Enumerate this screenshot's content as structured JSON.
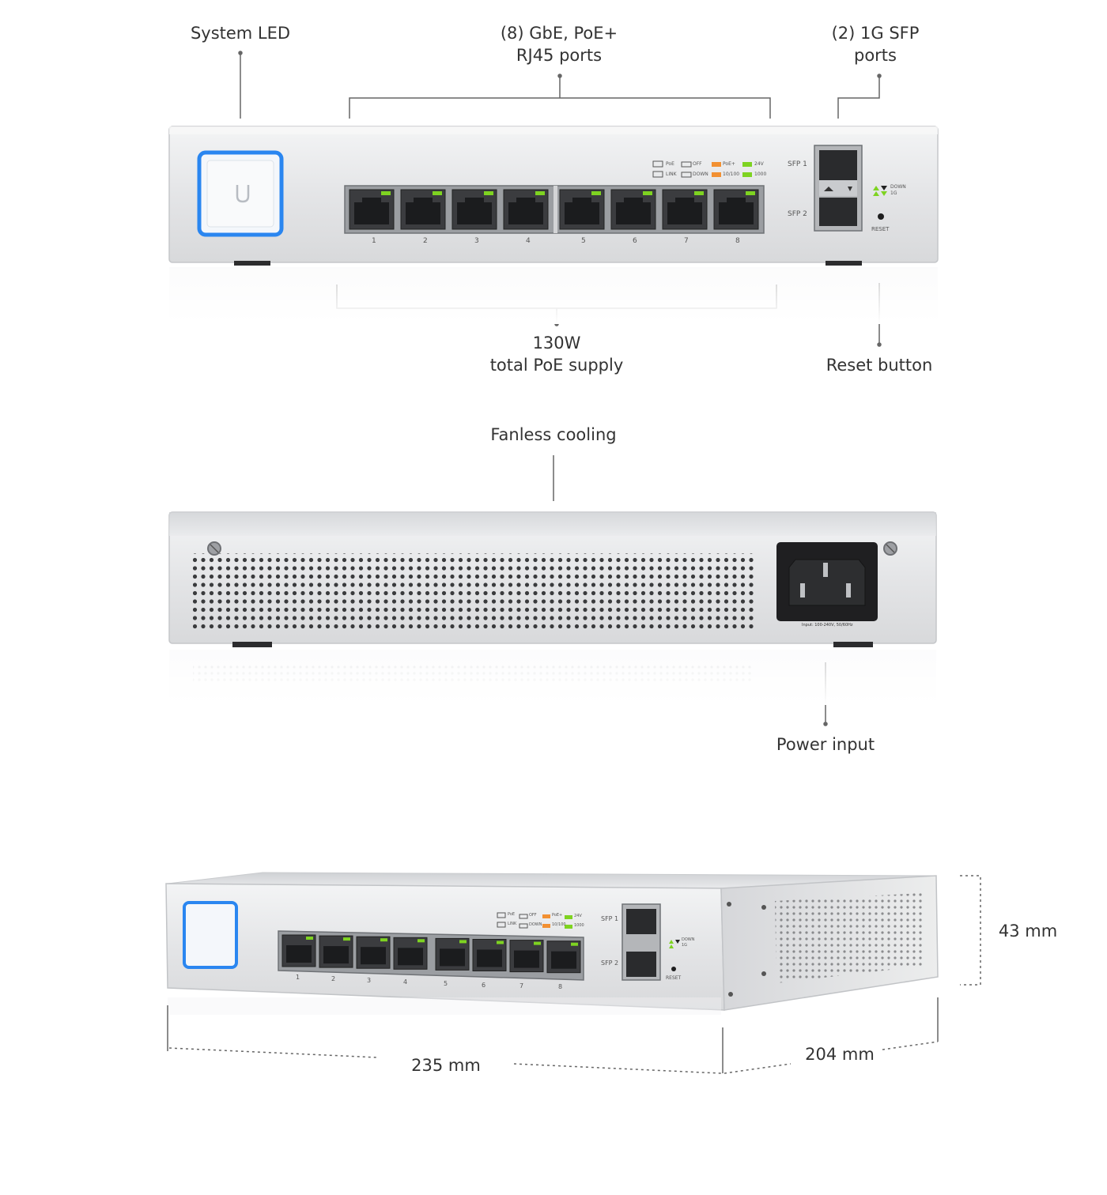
{
  "top_callouts": {
    "system_led": "System LED",
    "rj45_line1": "(8) GbE, PoE+",
    "rj45_line2": "RJ45 ports",
    "sfp_line1": "(2) 1G SFP",
    "sfp_line2": "ports",
    "poe_line1": "130W",
    "poe_line2": "total PoE supply",
    "reset": "Reset button"
  },
  "middle_callouts": {
    "fanless": "Fanless cooling",
    "power": "Power input"
  },
  "dimensions": {
    "height": "43 mm",
    "width": "235 mm",
    "depth": "204 mm"
  },
  "front_panel": {
    "port_numbers": [
      "1",
      "2",
      "3",
      "4",
      "5",
      "6",
      "7",
      "8"
    ],
    "sfp1": "SFP 1",
    "sfp2": "SFP 2",
    "reset_label": "RESET",
    "legend": {
      "poe": "PoE",
      "off": "OFF",
      "poe_plus": "PoE+",
      "v24": "24V",
      "link": "LINK",
      "down": "DOWN",
      "m10_100": "10/100",
      "g1000": "1000"
    },
    "sfp_legend": {
      "down": "DOWN",
      "g1": "1G"
    }
  },
  "rear_panel": {
    "power_rating": "Input: 100-240V, 50/60Hz"
  },
  "colors": {
    "led_blue": "#2a86f0",
    "led_green": "#7ed321",
    "legend_orange": "#f29032",
    "chassis": "#e6e7e9"
  }
}
